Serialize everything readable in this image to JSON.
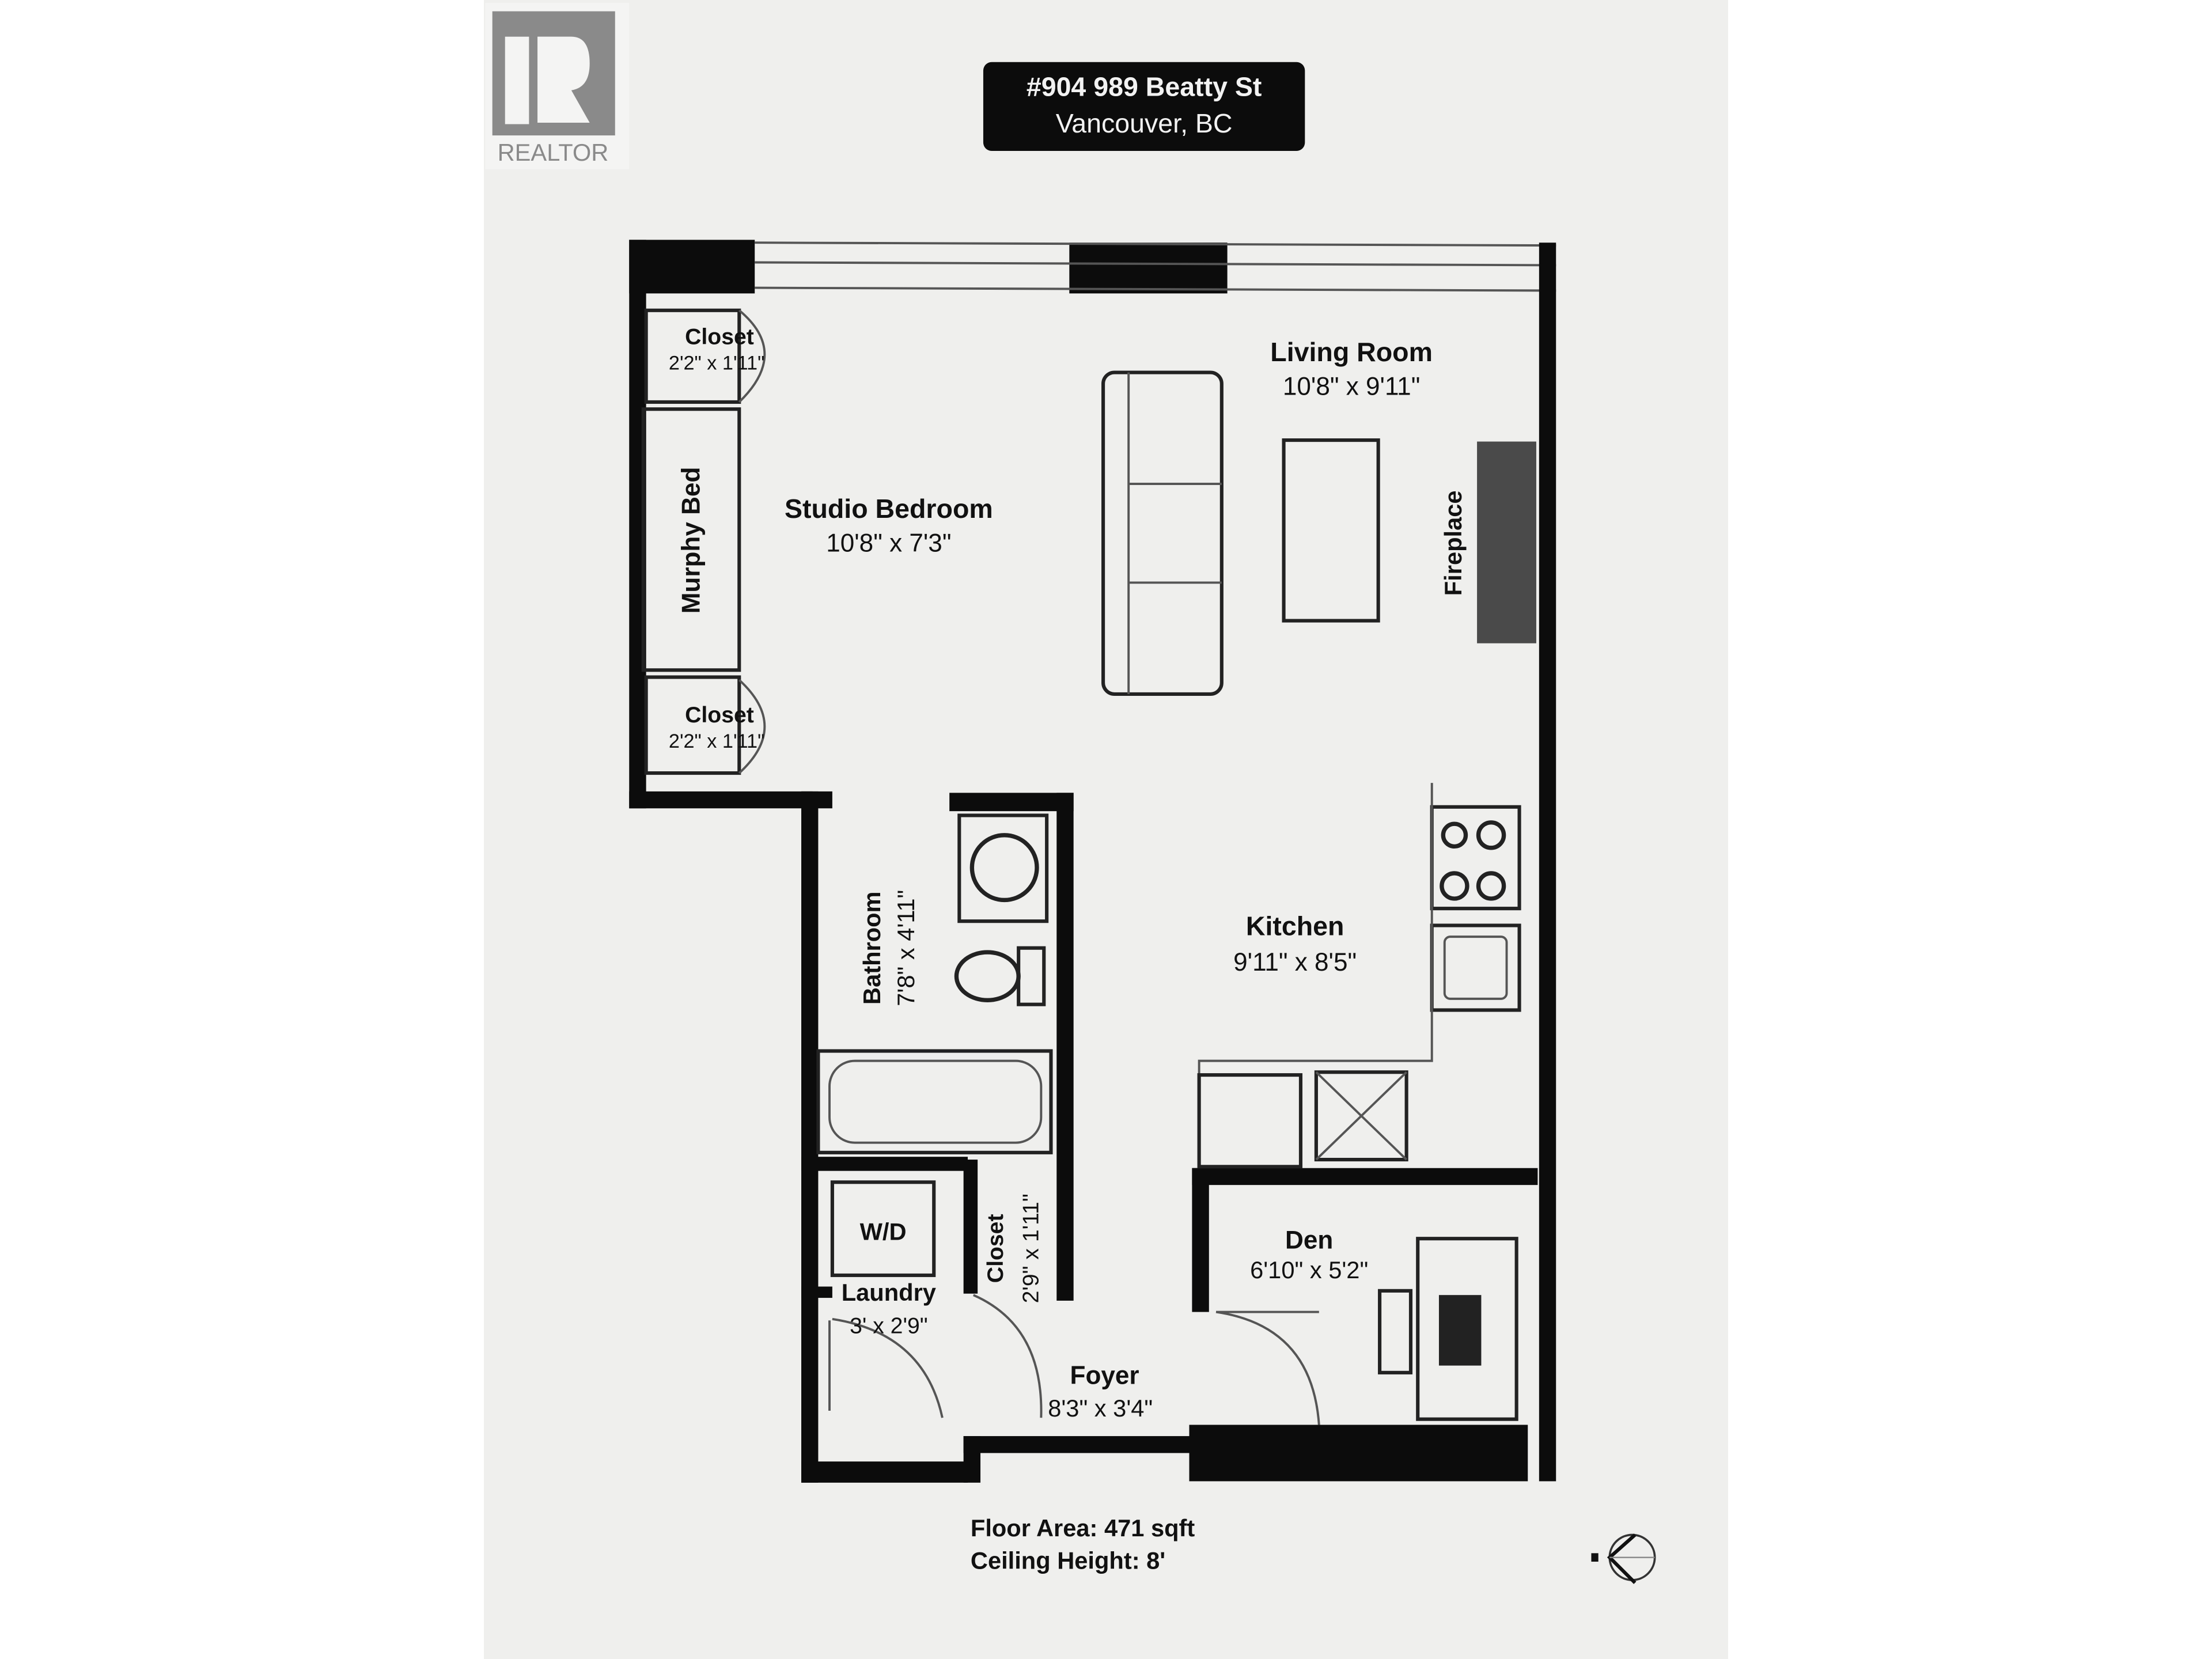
{
  "logo": {
    "text": "REALTOR",
    "mark": "R"
  },
  "header": {
    "address_line1": "#904 989 Beatty St",
    "address_line2": "Vancouver, BC"
  },
  "rooms": {
    "closet_top": {
      "name": "Closet",
      "size": "2'2\" x 1'11\""
    },
    "closet_bottom": {
      "name": "Closet",
      "size": "2'2\" x 1'11\""
    },
    "murphy_bed": {
      "name": "Murphy Bed"
    },
    "studio_bedroom": {
      "name": "Studio Bedroom",
      "size": "10'8\" x 7'3\""
    },
    "living_room": {
      "name": "Living Room",
      "size": "10'8\" x 9'11\""
    },
    "fireplace": {
      "name": "Fireplace"
    },
    "kitchen": {
      "name": "Kitchen",
      "size": "9'11\" x 8'5\""
    },
    "bathroom": {
      "name": "Bathroom",
      "size": "7'8\" x 4'11\""
    },
    "wd": {
      "name": "W/D"
    },
    "laundry": {
      "name": "Laundry",
      "size": "3' x 2'9\""
    },
    "closet_foyer": {
      "name": "Closet",
      "size": "2'9\" x 1'11\""
    },
    "den": {
      "name": "Den",
      "size": "6'10\" x 5'2\""
    },
    "foyer": {
      "name": "Foyer",
      "size": "8'3\" x 3'4\""
    }
  },
  "footer": {
    "floor_area": "Floor Area: 471 sqft",
    "ceiling_height": "Ceiling Height: 8'"
  },
  "icons": {
    "compass": "north-arrow-icon"
  },
  "colors": {
    "paper": "#efefed",
    "wall": "#0c0c0c",
    "logo_gray": "#8a8a8a",
    "fireplace": "#4a4a4a"
  }
}
